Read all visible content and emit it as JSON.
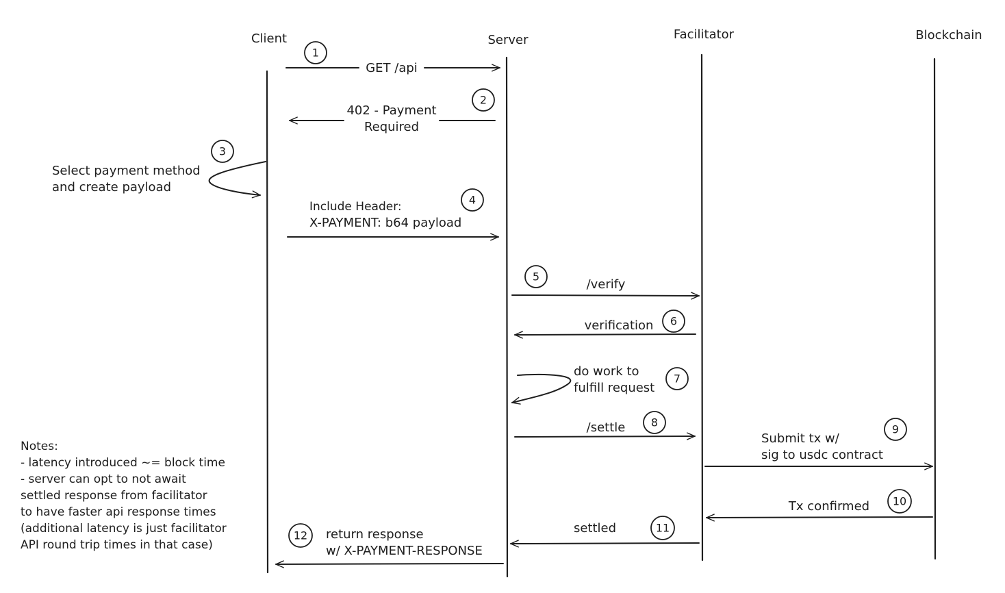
{
  "actors": {
    "client": "Client",
    "server": "Server",
    "facilitator": "Facilitator",
    "blockchain": "Blockchain"
  },
  "steps": [
    {
      "number": "1",
      "lines": [
        "GET /api"
      ]
    },
    {
      "number": "2",
      "lines": [
        "402 - Payment",
        "Required"
      ]
    },
    {
      "number": "3",
      "lines": [
        "Select payment method",
        "and create payload"
      ]
    },
    {
      "number": "4",
      "lines": [
        "Include Header:",
        "X-PAYMENT: b64 payload"
      ]
    },
    {
      "number": "5",
      "lines": [
        "/verify"
      ]
    },
    {
      "number": "6",
      "lines": [
        "verification"
      ]
    },
    {
      "number": "7",
      "lines": [
        "do work to",
        "fulfill request"
      ]
    },
    {
      "number": "8",
      "lines": [
        "/settle"
      ]
    },
    {
      "number": "9",
      "lines": [
        "Submit tx w/",
        "sig to usdc contract"
      ]
    },
    {
      "number": "10",
      "lines": [
        "Tx confirmed"
      ]
    },
    {
      "number": "11",
      "lines": [
        "settled"
      ]
    },
    {
      "number": "12",
      "lines": [
        "return response",
        "w/ X-PAYMENT-RESPONSE"
      ]
    }
  ],
  "notes": {
    "lines": [
      "Notes:",
      "- latency introduced ~= block time",
      "- server can opt to not await",
      "settled response from facilitator",
      "to have faster api response times",
      "(additional latency is just facilitator",
      "API round trip times in that case)"
    ]
  }
}
